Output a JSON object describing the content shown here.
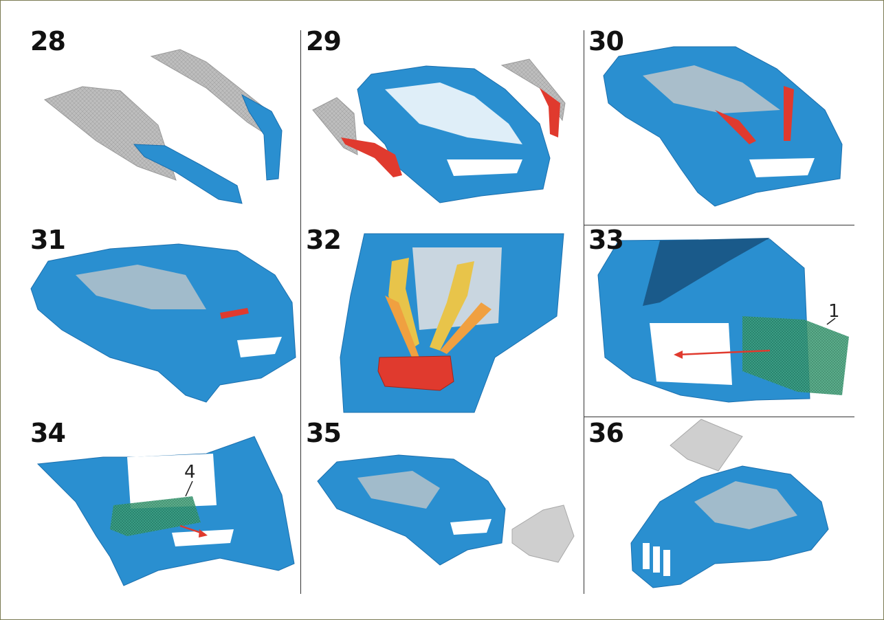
{
  "steps": [
    {
      "number": "28"
    },
    {
      "number": "29"
    },
    {
      "number": "30"
    },
    {
      "number": "31"
    },
    {
      "number": "32"
    },
    {
      "number": "33"
    },
    {
      "number": "34"
    },
    {
      "number": "35"
    },
    {
      "number": "36"
    }
  ],
  "callouts": {
    "step33": "1",
    "step34": "4"
  },
  "colors": {
    "body_blue": "#2a8fd0",
    "body_blue_dark": "#1a6fae",
    "part_red": "#e03a2e",
    "glass_grey": "#c9c9c9",
    "mesh_green": "#3fa37a",
    "frame_border": "#7a7a52"
  }
}
